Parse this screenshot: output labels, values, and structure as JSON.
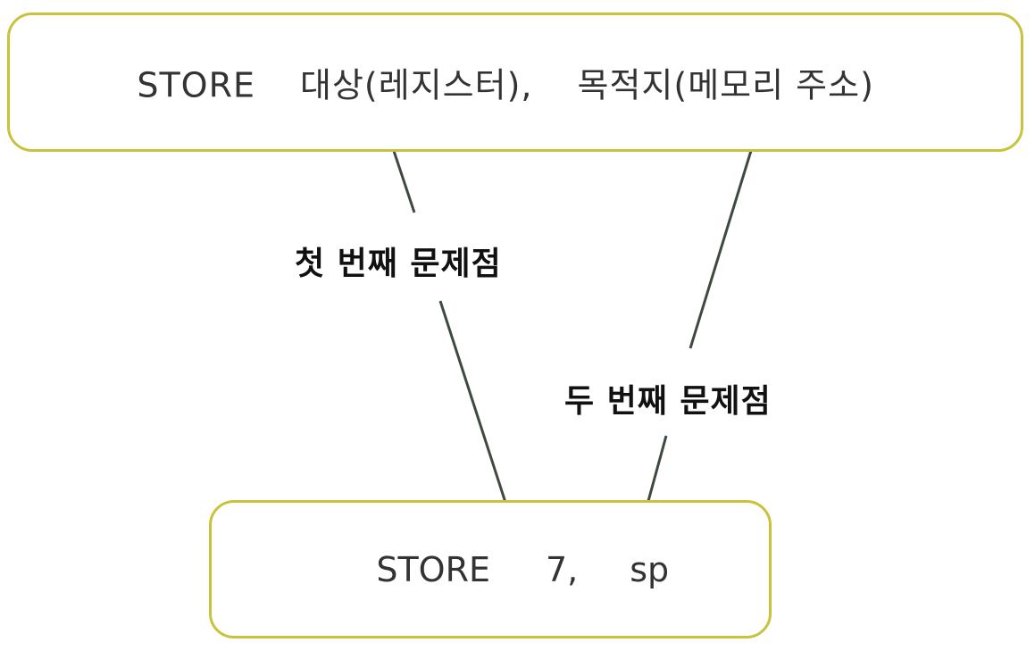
{
  "top_box": {
    "instruction": "STORE",
    "operand_1": "대상(레지스터),",
    "operand_2": "목적지(메모리 주소)"
  },
  "bottom_box": {
    "instruction": "STORE",
    "operand_1": "7,",
    "operand_2": "sp"
  },
  "labels": {
    "first_problem": "첫 번째 문제점",
    "second_problem": "두 번째 문제점"
  },
  "colors": {
    "box_border": "#c9c23a",
    "arrow": "#3d4a40",
    "text": "#333333",
    "label_text": "#111111"
  }
}
